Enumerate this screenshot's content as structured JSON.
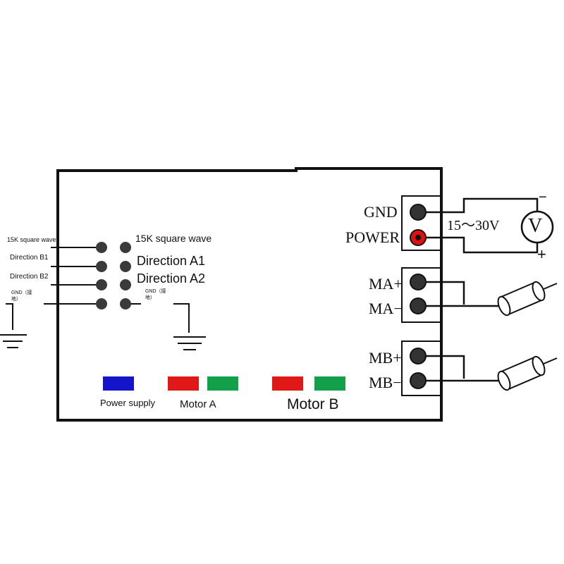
{
  "left_labels": {
    "square_wave_b": "15K square wave",
    "direction_b1": "Direction B1",
    "direction_b2": "Direction B2",
    "gnd_small": "GND（接地）"
  },
  "center_labels": {
    "square_wave_a": "15K square wave",
    "direction_a1": "Direction A1",
    "direction_a2": "Direction A2",
    "gnd_small": "GND（接地）"
  },
  "terminals": {
    "gnd": "GND",
    "power": "POWER",
    "ma_plus": "MA+",
    "ma_minus": "MA−",
    "mb_plus": "MB+",
    "mb_minus": "MB−"
  },
  "supply": {
    "range": "15～30V",
    "voltmeter_symbol": "V",
    "minus_sign": "−",
    "plus_sign": "+"
  },
  "indicators": {
    "power_supply_label": "Power supply",
    "motor_a_label": "Motor A",
    "motor_b_label": "Motor B"
  },
  "colors": {
    "power_led": "#1414c8",
    "red_led": "#e01818",
    "green_led": "#12a04a",
    "power_terminal": "#e01010",
    "line": "#111111"
  }
}
